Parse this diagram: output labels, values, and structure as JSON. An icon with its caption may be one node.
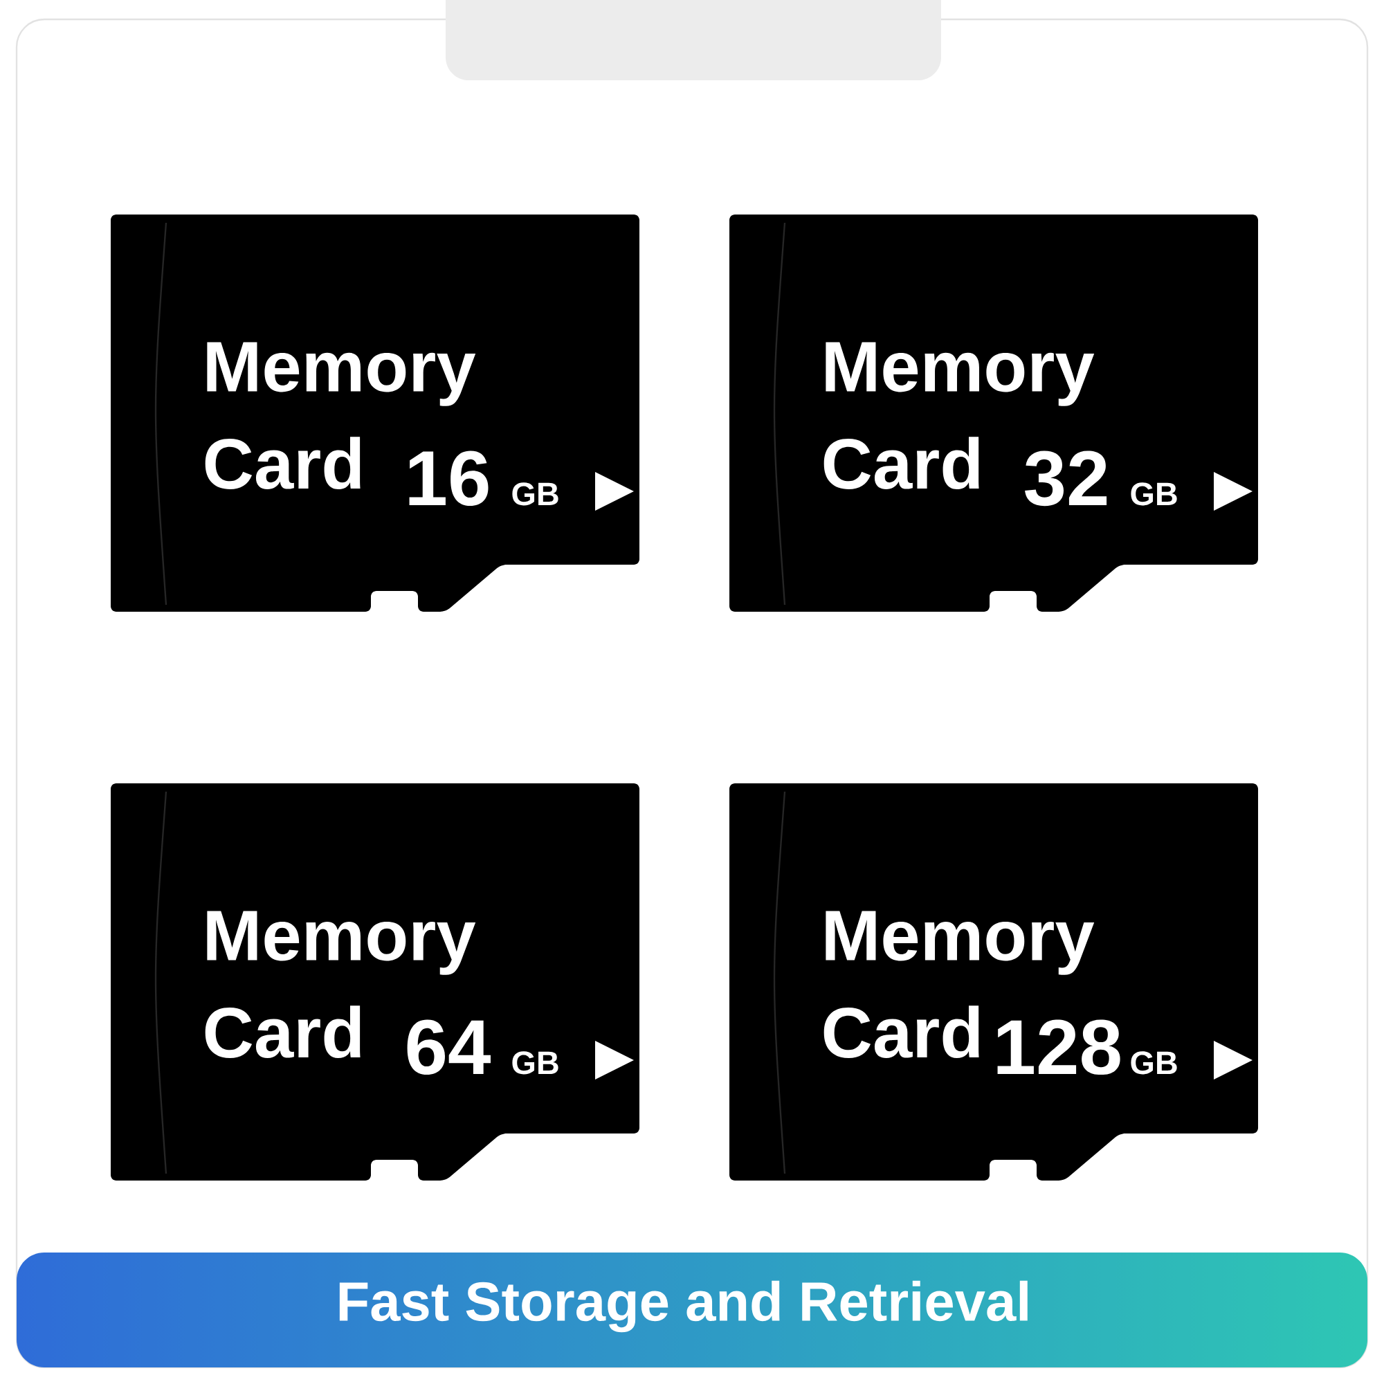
{
  "diagram": {
    "caption": "Fast Storage and Retrieval",
    "nodes": [
      {
        "text": [
          "Memory Card",
          "16",
          "GB"
        ]
      },
      {
        "text": [
          "Memory Card",
          "32",
          "GB"
        ]
      },
      {
        "text": [
          "Memory Card",
          "64",
          "GB"
        ]
      },
      {
        "text": [
          "Memory Card",
          "128",
          "GB"
        ]
      }
    ]
  }
}
